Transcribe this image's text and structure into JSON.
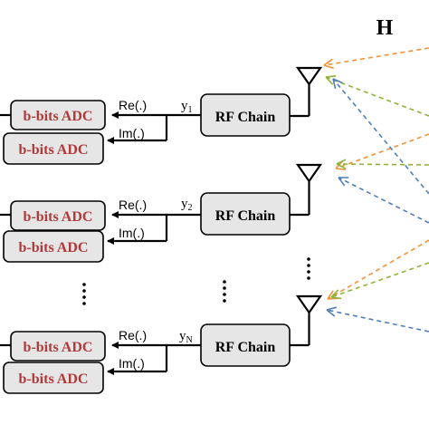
{
  "matrix_label": "H",
  "channels": [
    {
      "signal": "y",
      "subscript": "1",
      "rf_label": "RF Chain",
      "re_label": "Re(.)",
      "im_label": "Im(.)",
      "adc_top": "b-bits ADC",
      "adc_bottom": "b-bits ADC"
    },
    {
      "signal": "y",
      "subscript": "2",
      "rf_label": "RF Chain",
      "re_label": "Re(.)",
      "im_label": "Im(.)",
      "adc_top": "b-bits ADC",
      "adc_bottom": "b-bits ADC"
    },
    {
      "signal": "y",
      "subscript": "N",
      "rf_label": "RF Chain",
      "re_label": "Re(.)",
      "im_label": "Im(.)",
      "adc_top": "b-bits ADC",
      "adc_bottom": "b-bits ADC"
    }
  ],
  "colors": {
    "adc_text": "#b03a3a",
    "box_fill": "#e6e6e6",
    "stroke": "#000000",
    "arrow_orange": "#f0923a",
    "arrow_green": "#8fb339",
    "arrow_blue": "#4f7fb8"
  },
  "icons": [
    "antenna-icon",
    "vertical-ellipsis-icon"
  ]
}
